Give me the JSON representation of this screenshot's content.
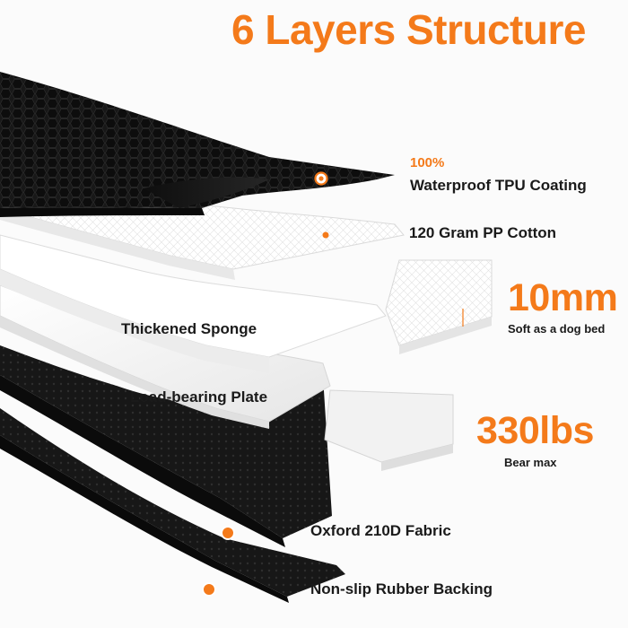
{
  "title": "6 Layers Structure",
  "layers": [
    {
      "id": "tpu",
      "prefix": "100%",
      "name": "Waterproof TPU Coating"
    },
    {
      "id": "cotton",
      "name": "120 Gram PP Cotton"
    },
    {
      "id": "sponge",
      "name": "Thickened Sponge"
    },
    {
      "id": "plate",
      "name": "Load-bearing Plate"
    },
    {
      "id": "fabric",
      "name": "Oxford 210D Fabric"
    },
    {
      "id": "rubber",
      "name": "Non-slip Rubber Backing"
    }
  ],
  "callouts": {
    "thickness": {
      "value": "10mm",
      "note": "Soft as a dog bed"
    },
    "load": {
      "value": "330lbs",
      "note": "Bear max"
    }
  },
  "colors": {
    "accent": "#f47a1a",
    "dark_layer": "#151515",
    "light_layer": "#f7f7f7",
    "text": "#1a1a1a"
  }
}
